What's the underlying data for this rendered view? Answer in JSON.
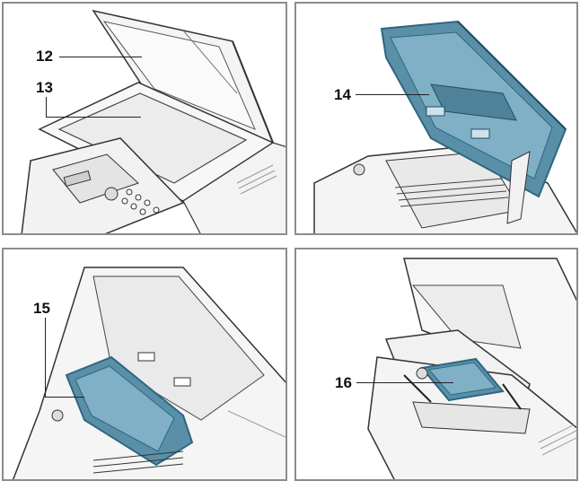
{
  "figure": {
    "panels": [
      {
        "callouts": [
          "12",
          "13"
        ],
        "part": "scanner-lid-and-glass"
      },
      {
        "callouts": [
          "14"
        ],
        "part": "scan-unit-raised"
      },
      {
        "callouts": [
          "15"
        ],
        "part": "inner-cover-raised"
      },
      {
        "callouts": [
          "16"
        ],
        "part": "toner-cartridge"
      }
    ],
    "colors": {
      "highlight": "#5a8fa8",
      "highlight_dark": "#2f6680",
      "line": "#333333",
      "frame": "#8c8c8c"
    }
  }
}
